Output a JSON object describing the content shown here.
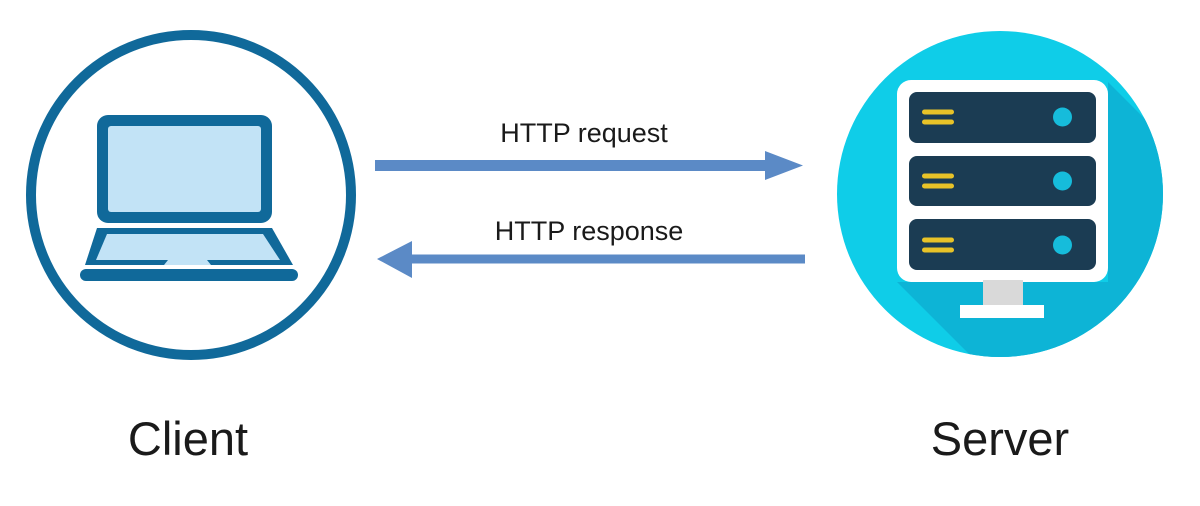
{
  "diagram": {
    "client": {
      "label": "Client",
      "icon": "laptop-icon"
    },
    "server": {
      "label": "Server",
      "icon": "server-rack-icon",
      "rack_units": 3
    },
    "messages": {
      "request": {
        "label": "HTTP request",
        "direction": "client-to-server"
      },
      "response": {
        "label": "HTTP response",
        "direction": "server-to-client"
      }
    }
  },
  "colors": {
    "client_blue": "#10699a",
    "screen_fill": "#c2e3f6",
    "server_cyan": "#0fcde8",
    "server_shadow": "#0db4d6",
    "server_navy": "#1b3c53",
    "server_yellow": "#e8c328",
    "server_led": "#16bcdb",
    "stand_gray": "#d9d9d9",
    "arrow_blue": "#5b8ac6",
    "text_color": "#1a1a1a"
  }
}
